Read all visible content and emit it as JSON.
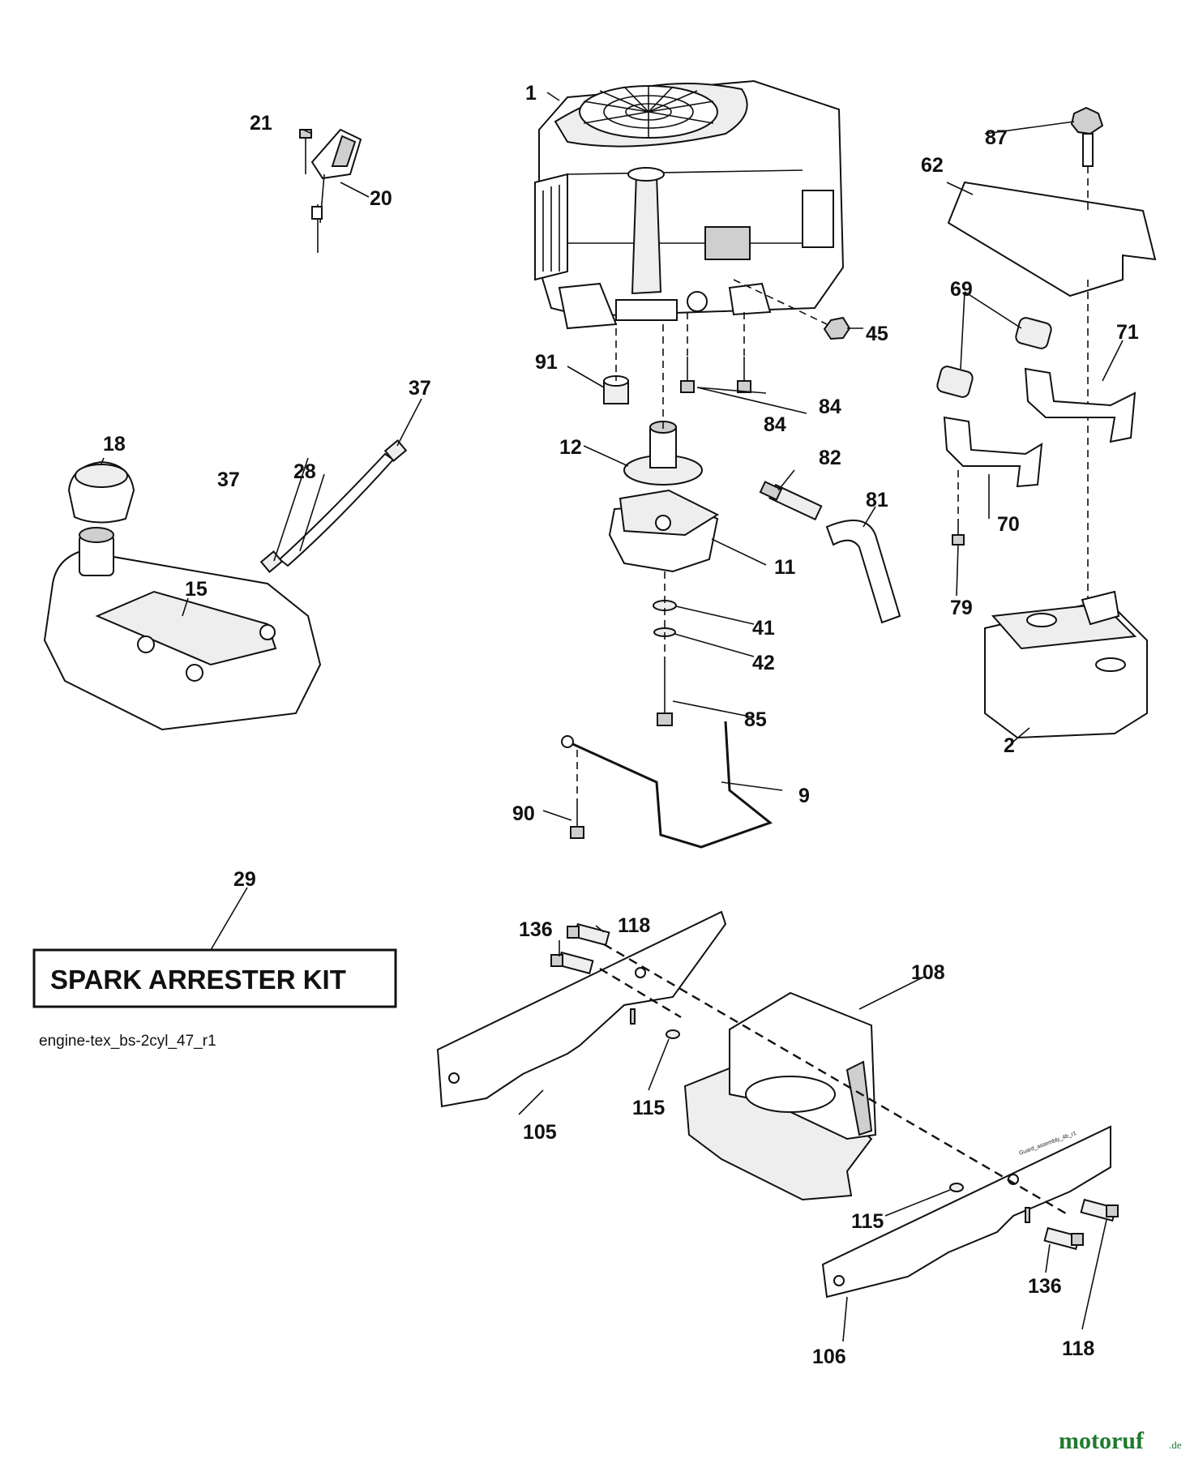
{
  "part_numbers": {
    "p1": "1",
    "p2": "2",
    "p9": "9",
    "p11": "11",
    "p12": "12",
    "p15": "15",
    "p18": "18",
    "p20": "20",
    "p21": "21",
    "p28": "28",
    "p29": "29",
    "p37": "37",
    "p41": "41",
    "p42": "42",
    "p45": "45",
    "p62": "62",
    "p69": "69",
    "p70": "70",
    "p71": "71",
    "p79": "79",
    "p81": "81",
    "p82": "82",
    "p84": "84",
    "p85": "85",
    "p87": "87",
    "p90": "90",
    "p91": "91",
    "p105": "105",
    "p106": "106",
    "p108": "108",
    "p115": "115",
    "p118": "118",
    "p136": "136"
  },
  "kit_box_label": "SPARK ARRESTER KIT",
  "drawing_id": "engine-tex_bs-2cyl_47_r1",
  "guard_drawing_id": "Guard_assembly_4b_r1",
  "watermark": {
    "brand": "motoruf",
    "tld": ".de",
    "color": "#1e7a2e"
  }
}
